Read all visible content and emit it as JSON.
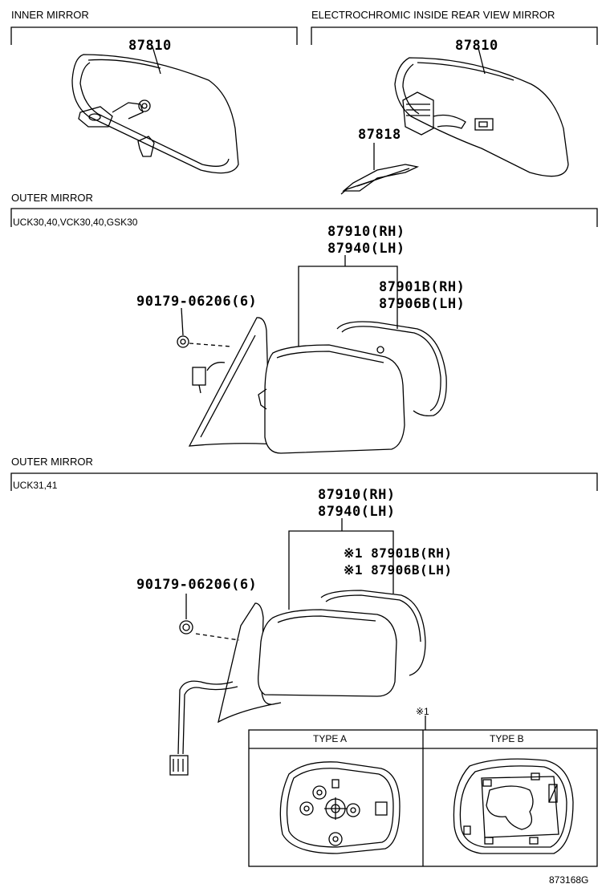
{
  "sections": {
    "inner_mirror": "INNER MIRROR",
    "electrochromic": "ELECTROCHROMIC INSIDE REAR VIEW MIRROR",
    "outer_mirror_1": "OUTER MIRROR",
    "outer_mirror_2": "OUTER MIRROR"
  },
  "applicability": {
    "outer_1": "UCK30,40,VCK30,40,GSK30",
    "outer_2": "UCK31,41"
  },
  "parts": {
    "inner_87810": "87810",
    "ec_87810": "87810",
    "ec_87818": "87818",
    "o1_rh": "87910(RH)",
    "o1_lh": "87940(LH)",
    "o1_glass_rh": "87901B(RH)",
    "o1_glass_lh": "87906B(LH)",
    "o1_screw": "90179-06206(6)",
    "o2_rh": "87910(RH)",
    "o2_lh": "87940(LH)",
    "o2_glass_rh": "※1 87901B(RH)",
    "o2_glass_lh": "※1 87906B(LH)",
    "o2_screw": "90179-06206(6)"
  },
  "note_mark": "※1",
  "types": {
    "a": "TYPE A",
    "b": "TYPE B"
  },
  "figure_id": "873168G"
}
